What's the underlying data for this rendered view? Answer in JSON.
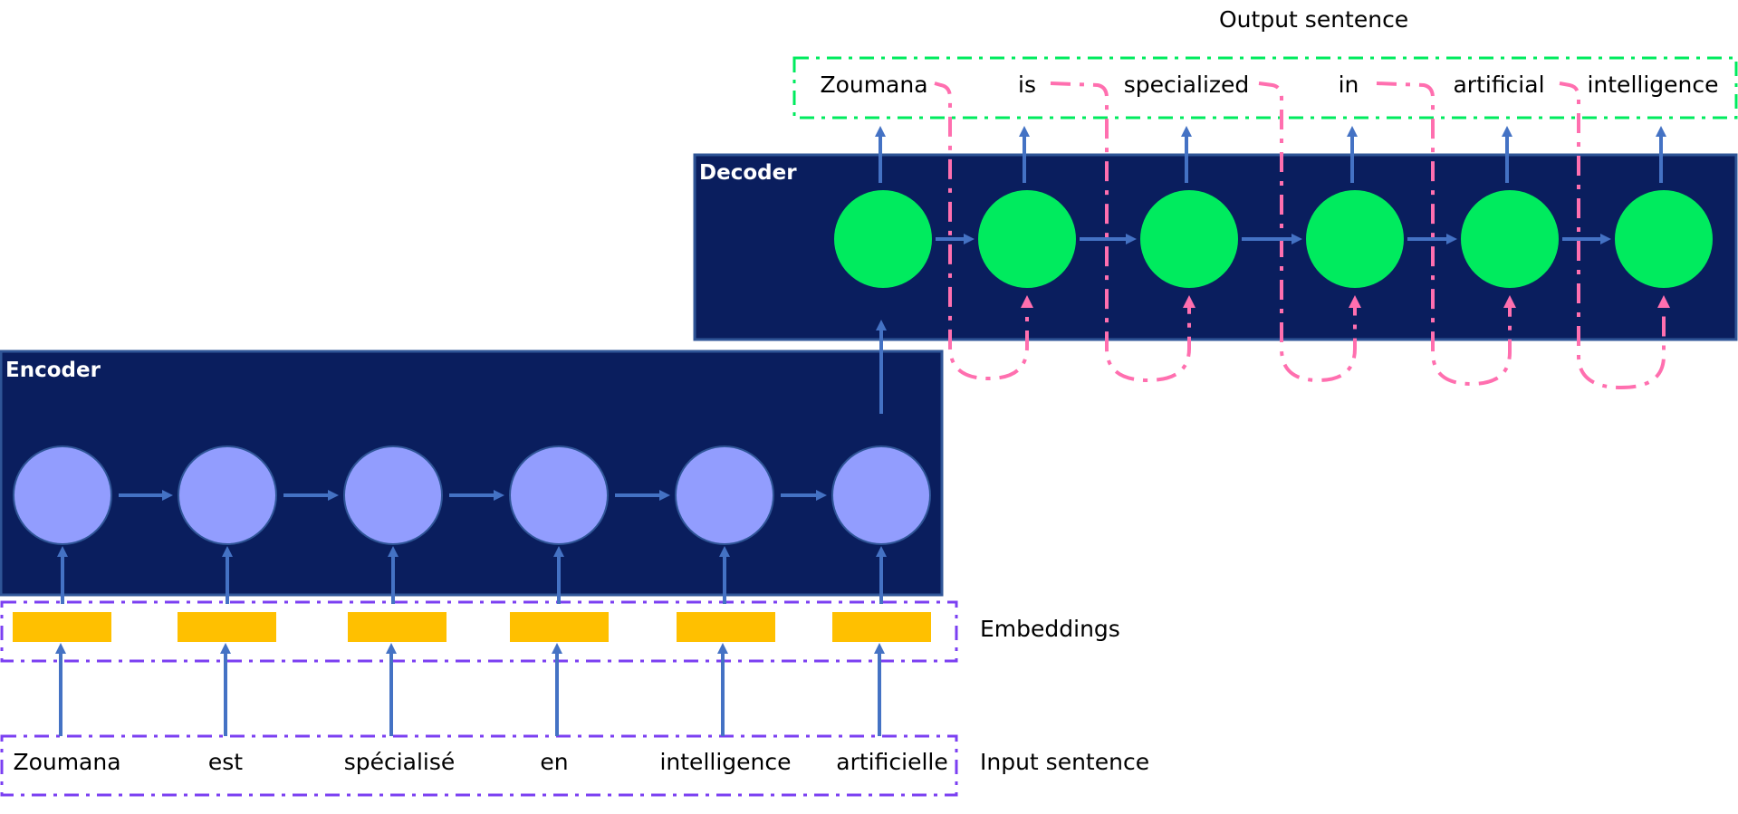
{
  "title": "Encoder-Decoder sequence-to-sequence translation diagram",
  "encoder": {
    "title": "Encoder",
    "node_count": 6
  },
  "decoder": {
    "title": "Decoder",
    "node_count": 6
  },
  "labels": {
    "embeddings": "Embeddings",
    "input_sentence": "Input sentence",
    "output_sentence": "Output sentence"
  },
  "input_words": [
    "Zoumana",
    "est",
    "spécialisé",
    "en",
    "intelligence",
    "artificielle"
  ],
  "output_words": [
    "Zoumana",
    "is",
    "specialized",
    "in",
    "artificial",
    "intelligence"
  ],
  "colors": {
    "panel_background": "#0A1E5E",
    "panel_border": "#2F5597",
    "encoder_node": "#929DFE",
    "decoder_node": "#00EB5E",
    "embedding": "#FFC000",
    "arrow": "#4472C4",
    "feedback": "#FF6FAF",
    "input_box": "#7B3FF2",
    "output_box": "#00EB5E"
  }
}
